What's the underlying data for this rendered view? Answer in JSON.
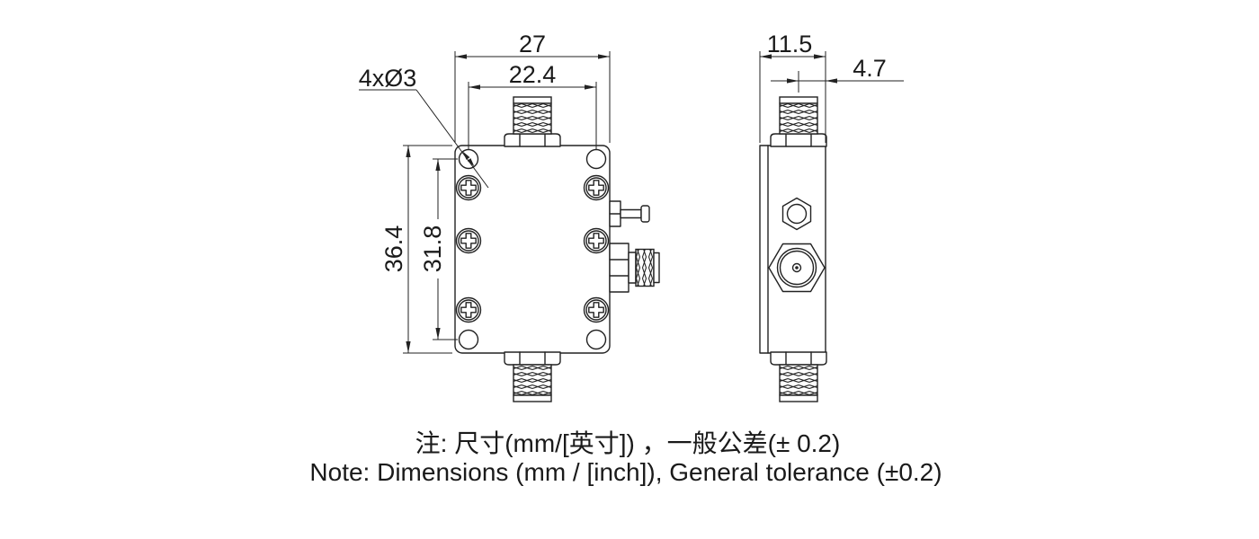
{
  "front_view": {
    "dim_outer_width": "27",
    "dim_hole_span_width": "22.4",
    "dim_outer_height": "36.4",
    "dim_hole_span_height": "31.8",
    "hole_callout": "4xØ3"
  },
  "side_view": {
    "dim_depth": "11.5",
    "dim_connector_offset": "4.7"
  },
  "notes": {
    "line_zh": "注: 尺寸(mm/[英寸]) ，一般公差(± 0.2)",
    "line_en": "Note: Dimensions (mm / [inch]), General tolerance (±0.2)"
  },
  "colors": {
    "line": "#222222",
    "background": "#ffffff"
  }
}
